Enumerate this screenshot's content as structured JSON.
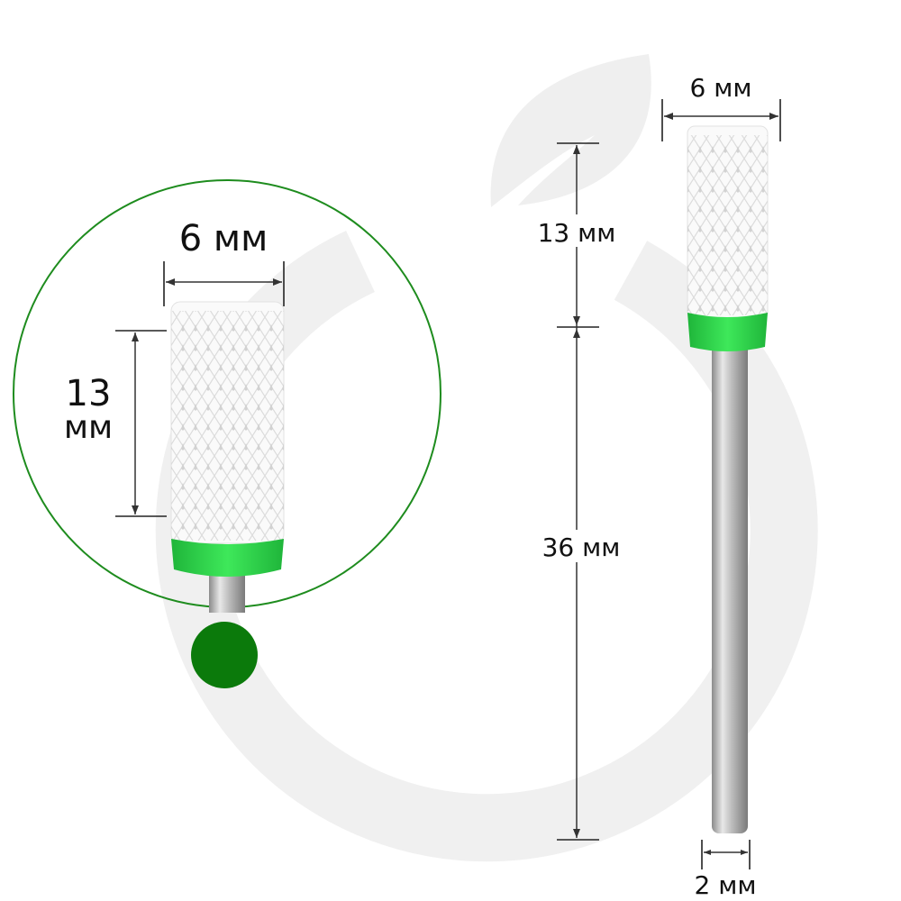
{
  "colors": {
    "accent_green": "#1e8c1e",
    "dot_green": "#0b7a0b",
    "band_green": "#2fd14a",
    "watermark": "#efefef"
  },
  "zoom_view": {
    "width_label": "6 мм",
    "head_length_number": "13",
    "head_length_unit": "мм"
  },
  "full_view": {
    "width_label": "6 мм",
    "head_length_label": "13 мм",
    "shank_length_label": "36 мм",
    "shank_diameter_label": "2 мм"
  }
}
